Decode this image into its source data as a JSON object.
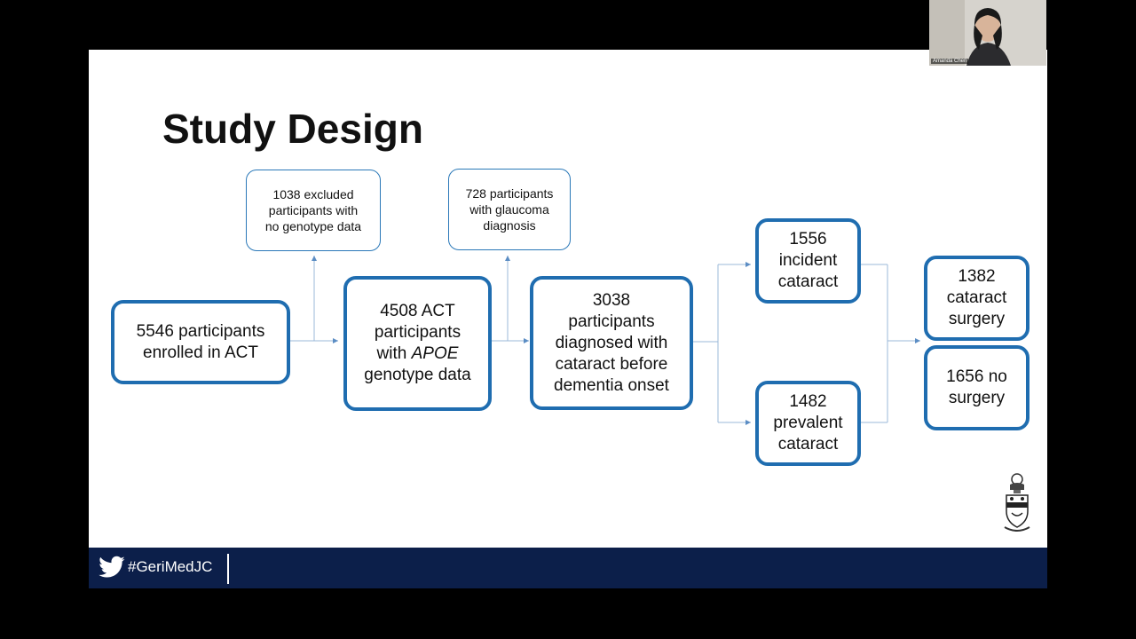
{
  "slide": {
    "title": "Study Design",
    "boxes": {
      "enrolled": "5546 participants\nenrolled in ACT",
      "excluded": "1038 excluded\nparticipants with\nno genotype data",
      "act_line1": "4508 ACT\nparticipants\nwith ",
      "act_italic": "APOE",
      "act_line2": "genotype data",
      "glaucoma": "728 participants\nwith glaucoma\ndiagnosis",
      "diagnosed": "3038\nparticipants\ndiagnosed with\ncataract before\ndementia onset",
      "incident": "1556\nincident\ncataract",
      "prevalent": "1482\nprevalent\ncataract",
      "surgery": "1382\ncataract\nsurgery",
      "no_surgery": "1656 no\nsurgery"
    },
    "footer": {
      "hashtag": "#GeriMedJC",
      "icon": "twitter-bird-icon"
    },
    "logo": "university-crest-icon"
  },
  "webcam": {
    "participant_name": "Amanda Chen"
  },
  "colors": {
    "box_border": "#1f6db0",
    "footer_bg": "#0c1f4a",
    "arrow": "#7fa7cf"
  }
}
